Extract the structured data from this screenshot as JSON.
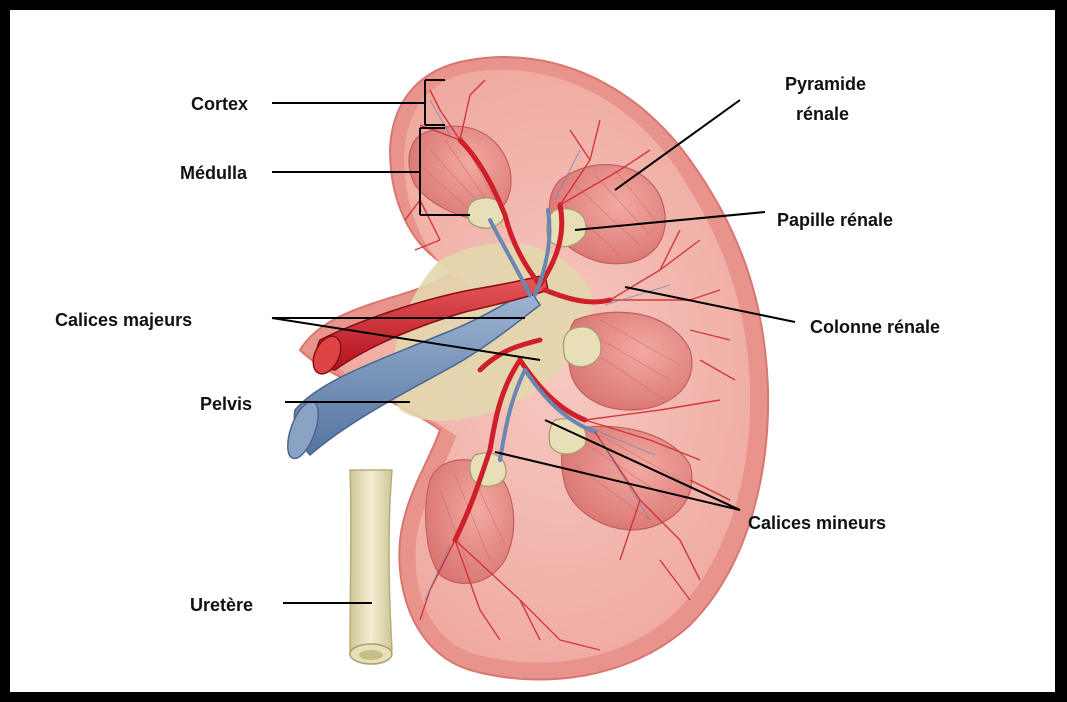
{
  "labels": {
    "cortex": "Cortex",
    "medulla": "Médulla",
    "pyramide_line1": "Pyramide",
    "pyramide_line2": "rénale",
    "papille": "Papille rénale",
    "calices_majeurs": "Calices majeurs",
    "colonne": "Colonne rénale",
    "pelvis": "Pelvis",
    "calices_mineurs": "Calices mineurs",
    "uretere": "Uretère"
  },
  "colors": {
    "capsule": "#e7837f",
    "cortex": "#f2b7ae",
    "pyramid": "#df7f7b",
    "artery": "#d11f2c",
    "vein": "#6f8fb8",
    "calyx": "#e4dcb9",
    "ureter": "#ede6c4",
    "frame": "#000000"
  }
}
